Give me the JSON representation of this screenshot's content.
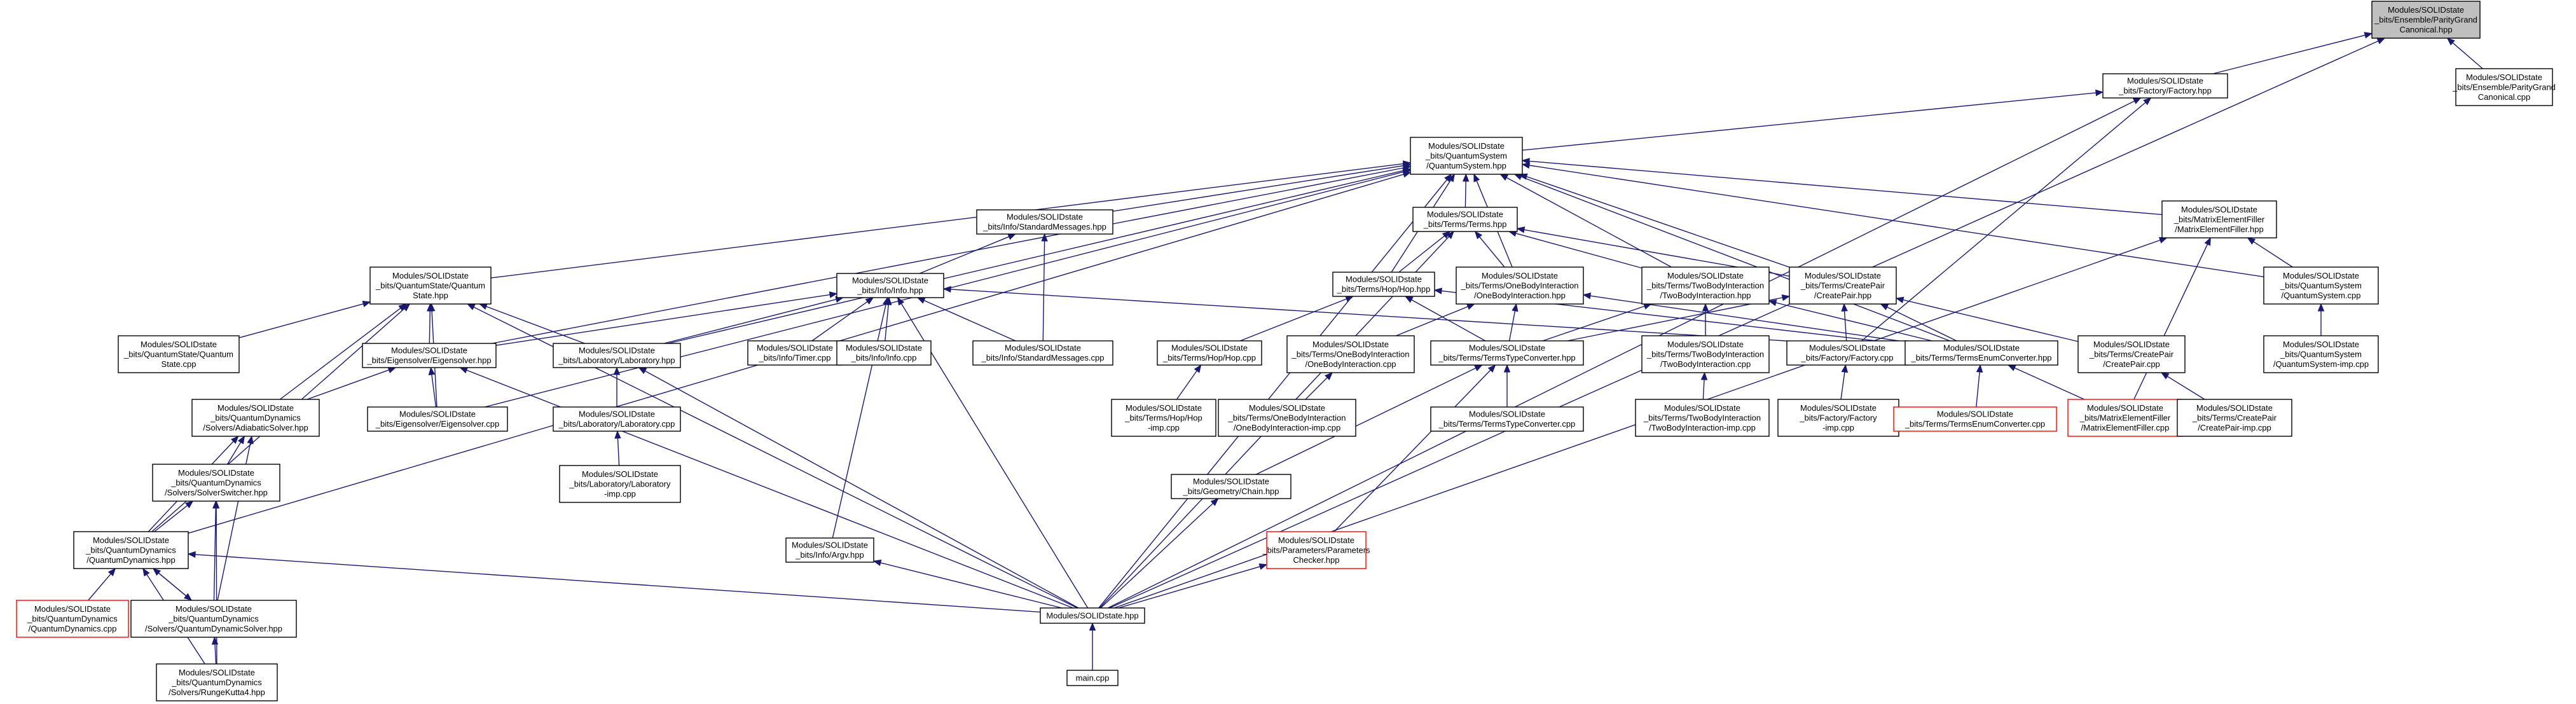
{
  "colors": {
    "edge": "#191970",
    "root_fill": "#bfbfbf",
    "missing_border": "#ff0000",
    "border": "#000000"
  },
  "nodes": [
    {
      "id": "pgc_hpp",
      "lines": [
        "Modules/SOLIDstate",
        "_bits/Ensemble/ParityGrand",
        "Canonical.hpp"
      ],
      "root": true
    },
    {
      "id": "pgc_cpp",
      "lines": [
        "Modules/SOLIDstate",
        "_bits/Ensemble/ParityGrand",
        "Canonical.cpp"
      ]
    },
    {
      "id": "factory_hpp",
      "lines": [
        "Modules/SOLIDstate",
        "_bits/Factory/Factory.hpp"
      ]
    },
    {
      "id": "qsys_hpp",
      "lines": [
        "Modules/SOLIDstate",
        "_bits/QuantumSystem",
        "/QuantumSystem.hpp"
      ]
    },
    {
      "id": "stdmsg_hpp",
      "lines": [
        "Modules/SOLIDstate",
        "_bits/Info/StandardMessages.hpp"
      ]
    },
    {
      "id": "terms_hpp",
      "lines": [
        "Modules/SOLIDstate",
        "_bits/Terms/Terms.hpp"
      ]
    },
    {
      "id": "mef_hpp",
      "lines": [
        "Modules/SOLIDstate",
        "_bits/MatrixElementFiller",
        "/MatrixElementFiller.hpp"
      ]
    },
    {
      "id": "qstate_hpp",
      "lines": [
        "Modules/SOLIDstate",
        "_bits/QuantumState/Quantum",
        "State.hpp"
      ]
    },
    {
      "id": "info_hpp",
      "lines": [
        "Modules/SOLIDstate",
        "_bits/Info/Info.hpp"
      ]
    },
    {
      "id": "hop_hpp",
      "lines": [
        "Modules/SOLIDstate",
        "_bits/Terms/Hop/Hop.hpp"
      ]
    },
    {
      "id": "obi_hpp",
      "lines": [
        "Modules/SOLIDstate",
        "_bits/Terms/OneBodyInteraction",
        "/OneBodyInteraction.hpp"
      ]
    },
    {
      "id": "tbi_hpp",
      "lines": [
        "Modules/SOLIDstate",
        "_bits/Terms/TwoBodyInteraction",
        "/TwoBodyInteraction.hpp"
      ]
    },
    {
      "id": "cp_hpp",
      "lines": [
        "Modules/SOLIDstate",
        "_bits/Terms/CreatePair",
        "/CreatePair.hpp"
      ]
    },
    {
      "id": "qsys_cpp",
      "lines": [
        "Modules/SOLIDstate",
        "_bits/QuantumSystem",
        "/QuantumSystem.cpp"
      ]
    },
    {
      "id": "qstate_cpp",
      "lines": [
        "Modules/SOLIDstate",
        "_bits/QuantumState/Quantum",
        "State.cpp"
      ]
    },
    {
      "id": "eig_hpp",
      "lines": [
        "Modules/SOLIDstate",
        "_bits/Eigensolver/Eigensolver.hpp"
      ]
    },
    {
      "id": "lab_hpp",
      "lines": [
        "Modules/SOLIDstate",
        "_bits/Laboratory/Laboratory.hpp"
      ]
    },
    {
      "id": "timer_cpp",
      "lines": [
        "Modules/SOLIDstate",
        "_bits/Info/Timer.cpp"
      ]
    },
    {
      "id": "info_cpp",
      "lines": [
        "Modules/SOLIDstate",
        "_bits/Info/Info.cpp"
      ]
    },
    {
      "id": "stdmsg_cpp",
      "lines": [
        "Modules/SOLIDstate",
        "_bits/Info/StandardMessages.cpp"
      ]
    },
    {
      "id": "hop_cpp",
      "lines": [
        "Modules/SOLIDstate",
        "_bits/Terms/Hop/Hop.cpp"
      ]
    },
    {
      "id": "obi_cpp",
      "lines": [
        "Modules/SOLIDstate",
        "_bits/Terms/OneBodyInteraction",
        "/OneBodyInteraction.cpp"
      ]
    },
    {
      "id": "ttc_hpp",
      "lines": [
        "Modules/SOLIDstate",
        "_bits/Terms/TermsTypeConverter.hpp"
      ]
    },
    {
      "id": "tbi_cpp",
      "lines": [
        "Modules/SOLIDstate",
        "_bits/Terms/TwoBodyInteraction",
        "/TwoBodyInteraction.cpp"
      ]
    },
    {
      "id": "factory_cpp",
      "lines": [
        "Modules/SOLIDstate",
        "_bits/Factory/Factory.cpp"
      ]
    },
    {
      "id": "tec_hpp",
      "lines": [
        "Modules/SOLIDstate",
        "_bits/Terms/TermsEnumConverter.hpp"
      ]
    },
    {
      "id": "cp_cpp",
      "lines": [
        "Modules/SOLIDstate",
        "_bits/Terms/CreatePair",
        "/CreatePair.cpp"
      ]
    },
    {
      "id": "qsys_imp",
      "lines": [
        "Modules/SOLIDstate",
        "_bits/QuantumSystem",
        "/QuantumSystem-imp.cpp"
      ]
    },
    {
      "id": "adia_hpp",
      "lines": [
        "Modules/SOLIDstate",
        "_bits/QuantumDynamics",
        "/Solvers/AdiabaticSolver.hpp"
      ]
    },
    {
      "id": "eig_cpp",
      "lines": [
        "Modules/SOLIDstate",
        "_bits/Eigensolver/Eigensolver.cpp"
      ]
    },
    {
      "id": "lab_cpp",
      "lines": [
        "Modules/SOLIDstate",
        "_bits/Laboratory/Laboratory.cpp"
      ]
    },
    {
      "id": "hop_imp",
      "lines": [
        "Modules/SOLIDstate",
        "_bits/Terms/Hop/Hop",
        "-imp.cpp"
      ]
    },
    {
      "id": "obi_imp",
      "lines": [
        "Modules/SOLIDstate",
        "_bits/Terms/OneBodyInteraction",
        "/OneBodyInteraction-imp.cpp"
      ]
    },
    {
      "id": "ttc_cpp",
      "lines": [
        "Modules/SOLIDstate",
        "_bits/Terms/TermsTypeConverter.cpp"
      ]
    },
    {
      "id": "tbi_imp",
      "lines": [
        "Modules/SOLIDstate",
        "_bits/Terms/TwoBodyInteraction",
        "/TwoBodyInteraction-imp.cpp"
      ]
    },
    {
      "id": "factory_imp",
      "lines": [
        "Modules/SOLIDstate",
        "_bits/Factory/Factory",
        "-imp.cpp"
      ]
    },
    {
      "id": "tec_cpp",
      "lines": [
        "Modules/SOLIDstate",
        "_bits/Terms/TermsEnumConverter.cpp"
      ],
      "red": true
    },
    {
      "id": "mef_cpp",
      "lines": [
        "Modules/SOLIDstate",
        "_bits/MatrixElementFiller",
        "/MatrixElementFiller.cpp"
      ],
      "red": true
    },
    {
      "id": "cp_imp",
      "lines": [
        "Modules/SOLIDstate",
        "_bits/Terms/CreatePair",
        "/CreatePair-imp.cpp"
      ]
    },
    {
      "id": "switch_hpp",
      "lines": [
        "Modules/SOLIDstate",
        "_bits/QuantumDynamics",
        "/Solvers/SolverSwitcher.hpp"
      ]
    },
    {
      "id": "lab_imp",
      "lines": [
        "Modules/SOLIDstate",
        "_bits/Laboratory/Laboratory",
        "-imp.cpp"
      ]
    },
    {
      "id": "chain_hpp",
      "lines": [
        "Modules/SOLIDstate",
        "_bits/Geometry/Chain.hpp"
      ]
    },
    {
      "id": "qdyn_hpp",
      "lines": [
        "Modules/SOLIDstate",
        "_bits/QuantumDynamics",
        "/QuantumDynamics.hpp"
      ]
    },
    {
      "id": "argv_hpp",
      "lines": [
        "Modules/SOLIDstate",
        "_bits/Info/Argv.hpp"
      ]
    },
    {
      "id": "pchk_hpp",
      "lines": [
        "Modules/SOLIDstate",
        "_bits/Parameters/Parameters",
        "Checker.hpp"
      ],
      "red": true
    },
    {
      "id": "qdyn_cpp",
      "lines": [
        "Modules/SOLIDstate",
        "_bits/QuantumDynamics",
        "/QuantumDynamics.cpp"
      ],
      "red": true
    },
    {
      "id": "qds_hpp",
      "lines": [
        "Modules/SOLIDstate",
        "_bits/QuantumDynamics",
        "/Solvers/QuantumDynamicSolver.hpp"
      ]
    },
    {
      "id": "solid_hpp",
      "lines": [
        "Modules/SOLIDstate.hpp"
      ]
    },
    {
      "id": "rk_hpp",
      "lines": [
        "Modules/SOLIDstate",
        "_bits/QuantumDynamics",
        "/Solvers/RungeKutta4.hpp"
      ]
    },
    {
      "id": "main_cpp",
      "lines": [
        "main.cpp"
      ]
    }
  ],
  "edges": [
    [
      "pgc_hpp",
      "pgc_cpp"
    ],
    [
      "pgc_hpp",
      "factory_hpp"
    ],
    [
      "pgc_hpp",
      "solid_hpp"
    ],
    [
      "factory_hpp",
      "qsys_hpp"
    ],
    [
      "factory_hpp",
      "factory_cpp"
    ],
    [
      "factory_hpp",
      "solid_hpp"
    ],
    [
      "qsys_hpp",
      "stdmsg_hpp"
    ],
    [
      "qsys_hpp",
      "terms_hpp"
    ],
    [
      "qsys_hpp",
      "mef_hpp"
    ],
    [
      "qsys_hpp",
      "qstate_hpp"
    ],
    [
      "qsys_hpp",
      "qsys_cpp"
    ],
    [
      "qsys_hpp",
      "eig_hpp"
    ],
    [
      "qsys_hpp",
      "lab_hpp"
    ],
    [
      "qsys_hpp",
      "hop_hpp"
    ],
    [
      "qsys_hpp",
      "obi_hpp"
    ],
    [
      "qsys_hpp",
      "tbi_hpp"
    ],
    [
      "qsys_hpp",
      "cp_hpp"
    ],
    [
      "qsys_hpp",
      "tec_hpp"
    ],
    [
      "qsys_hpp",
      "qdyn_hpp"
    ],
    [
      "qsys_hpp",
      "solid_hpp"
    ],
    [
      "qsys_hpp",
      "eig_cpp"
    ],
    [
      "stdmsg_hpp",
      "info_hpp"
    ],
    [
      "stdmsg_hpp",
      "stdmsg_cpp"
    ],
    [
      "terms_hpp",
      "hop_hpp"
    ],
    [
      "terms_hpp",
      "obi_hpp"
    ],
    [
      "terms_hpp",
      "tbi_hpp"
    ],
    [
      "terms_hpp",
      "cp_hpp"
    ],
    [
      "terms_hpp",
      "solid_hpp"
    ],
    [
      "mef_hpp",
      "qsys_cpp"
    ],
    [
      "mef_hpp",
      "mef_cpp"
    ],
    [
      "mef_hpp",
      "solid_hpp"
    ],
    [
      "qstate_hpp",
      "qstate_cpp"
    ],
    [
      "qstate_hpp",
      "eig_hpp"
    ],
    [
      "qstate_hpp",
      "lab_hpp"
    ],
    [
      "qstate_hpp",
      "adia_hpp"
    ],
    [
      "qstate_hpp",
      "eig_cpp"
    ],
    [
      "qstate_hpp",
      "qdyn_hpp"
    ],
    [
      "qstate_hpp",
      "solid_hpp"
    ],
    [
      "info_hpp",
      "eig_hpp"
    ],
    [
      "info_hpp",
      "lab_hpp"
    ],
    [
      "info_hpp",
      "timer_cpp"
    ],
    [
      "info_hpp",
      "info_cpp"
    ],
    [
      "info_hpp",
      "stdmsg_cpp"
    ],
    [
      "info_hpp",
      "argv_hpp"
    ],
    [
      "info_hpp",
      "solid_hpp"
    ],
    [
      "info_hpp",
      "tec_hpp"
    ],
    [
      "hop_hpp",
      "hop_cpp"
    ],
    [
      "hop_hpp",
      "ttc_hpp"
    ],
    [
      "hop_hpp",
      "tec_hpp"
    ],
    [
      "obi_hpp",
      "obi_cpp"
    ],
    [
      "obi_hpp",
      "ttc_hpp"
    ],
    [
      "obi_hpp",
      "tec_hpp"
    ],
    [
      "tbi_hpp",
      "tbi_cpp"
    ],
    [
      "tbi_hpp",
      "ttc_hpp"
    ],
    [
      "tbi_hpp",
      "tec_hpp"
    ],
    [
      "cp_hpp",
      "cp_cpp"
    ],
    [
      "cp_hpp",
      "ttc_hpp"
    ],
    [
      "cp_hpp",
      "tec_hpp"
    ],
    [
      "cp_hpp",
      "factory_cpp"
    ],
    [
      "qsys_cpp",
      "qsys_imp"
    ],
    [
      "eig_hpp",
      "adia_hpp"
    ],
    [
      "eig_hpp",
      "eig_cpp"
    ],
    [
      "eig_hpp",
      "solid_hpp"
    ],
    [
      "lab_hpp",
      "lab_cpp"
    ],
    [
      "lab_hpp",
      "solid_hpp"
    ],
    [
      "hop_cpp",
      "hop_imp"
    ],
    [
      "obi_cpp",
      "obi_imp"
    ],
    [
      "ttc_hpp",
      "ttc_cpp"
    ],
    [
      "ttc_hpp",
      "chain_hpp"
    ],
    [
      "ttc_hpp",
      "pchk_hpp"
    ],
    [
      "tbi_cpp",
      "tbi_imp"
    ],
    [
      "factory_cpp",
      "factory_imp"
    ],
    [
      "tec_hpp",
      "tec_cpp"
    ],
    [
      "tec_hpp",
      "mef_cpp"
    ],
    [
      "cp_cpp",
      "cp_imp"
    ],
    [
      "adia_hpp",
      "switch_hpp"
    ],
    [
      "adia_hpp",
      "qdyn_hpp"
    ],
    [
      "adia_hpp",
      "qds_hpp"
    ],
    [
      "lab_cpp",
      "lab_imp"
    ],
    [
      "switch_hpp",
      "qdyn_hpp"
    ],
    [
      "switch_hpp",
      "qds_hpp"
    ],
    [
      "switch_hpp",
      "rk_hpp"
    ],
    [
      "chain_hpp",
      "solid_hpp"
    ],
    [
      "qdyn_hpp",
      "qdyn_cpp"
    ],
    [
      "qdyn_hpp",
      "qds_hpp"
    ],
    [
      "qdyn_hpp",
      "rk_hpp"
    ],
    [
      "qdyn_hpp",
      "solid_hpp"
    ],
    [
      "qds_hpp",
      "qdyn_hpp"
    ],
    [
      "qds_hpp",
      "rk_hpp"
    ],
    [
      "argv_hpp",
      "solid_hpp"
    ],
    [
      "pchk_hpp",
      "solid_hpp"
    ],
    [
      "solid_hpp",
      "main_cpp"
    ]
  ]
}
